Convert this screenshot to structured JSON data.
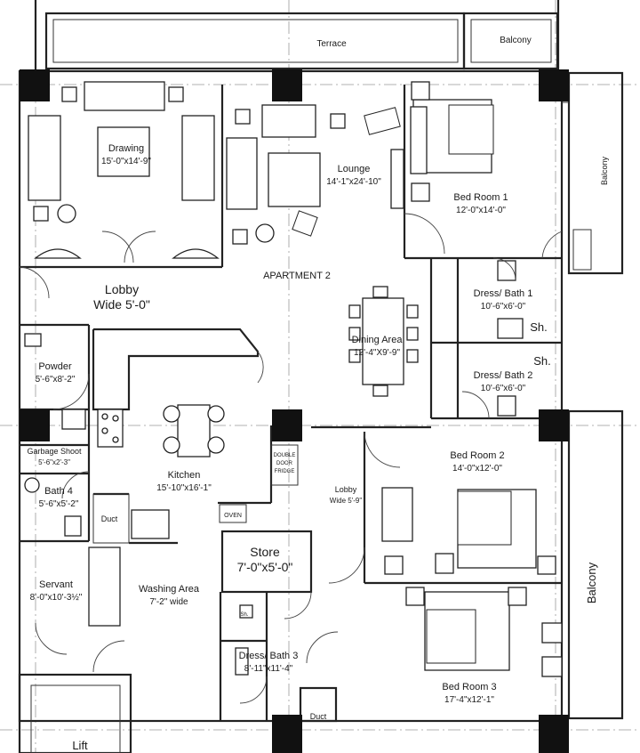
{
  "plan": {
    "title": "APARTMENT 2",
    "rooms": [
      {
        "key": "terrace",
        "name": "Terrace",
        "size": ""
      },
      {
        "key": "balcony-top",
        "name": "Balcony",
        "size": ""
      },
      {
        "key": "balcony-right",
        "name": "Balcony",
        "size": ""
      },
      {
        "key": "balcony-bottom-right",
        "name": "Balcony",
        "size": ""
      },
      {
        "key": "drawing",
        "name": "Drawing",
        "size": "15'-0\"x14'-9\""
      },
      {
        "key": "lounge",
        "name": "Lounge",
        "size": "14'-1\"x24'-10\""
      },
      {
        "key": "bed-room-1",
        "name": "Bed Room 1",
        "size": "12'-0\"x14'-0\""
      },
      {
        "key": "lobby",
        "name": "Lobby",
        "size": "Wide 5'-0\""
      },
      {
        "key": "dress-bath-1",
        "name": "Dress/ Bath 1",
        "size": "10'-6\"x6'-0\""
      },
      {
        "key": "dining-area",
        "name": "Dining Area",
        "size": "12'-4\"X9'-9\""
      },
      {
        "key": "dress-bath-2",
        "name": "Dress/ Bath 2",
        "size": "10'-6\"x6'-0\""
      },
      {
        "key": "powder",
        "name": "Powder",
        "size": "5'-6\"x8'-2\""
      },
      {
        "key": "garbage-shoot",
        "name": "Garbage Shoot",
        "size": "5'-6\"x2'-3\""
      },
      {
        "key": "bath-4",
        "name": "Bath 4",
        "size": "5'-6\"x5'-2\""
      },
      {
        "key": "kitchen",
        "name": "Kitchen",
        "size": "15'-10\"x16'-1\""
      },
      {
        "key": "bed-room-2",
        "name": "Bed Room 2",
        "size": "14'-0\"x12'-0\""
      },
      {
        "key": "lobby-2",
        "name": "Lobby",
        "size": "Wide 5'-9\""
      },
      {
        "key": "servant",
        "name": "Servant",
        "size": "8'-0\"x10'-3½\""
      },
      {
        "key": "store",
        "name": "Store",
        "size": "7'-0\"x5'-0\""
      },
      {
        "key": "washing-area",
        "name": "Washing Area",
        "size": "7'-2\" wide"
      },
      {
        "key": "dress-bath-3",
        "name": "Dress/ Bath 3",
        "size": "8'-11\"x11'-4\""
      },
      {
        "key": "bed-room-3",
        "name": "Bed Room 3",
        "size": "17'-4\"x12'-1\""
      },
      {
        "key": "lift",
        "name": "Lift",
        "size": ""
      }
    ],
    "small_labels": {
      "duct": "Duct",
      "oven": "OVEN",
      "fridge": [
        "DOUBLE",
        "DOOR",
        "FRIDGE"
      ],
      "sh": "Sh.",
      "sh_small": "Sh."
    }
  }
}
